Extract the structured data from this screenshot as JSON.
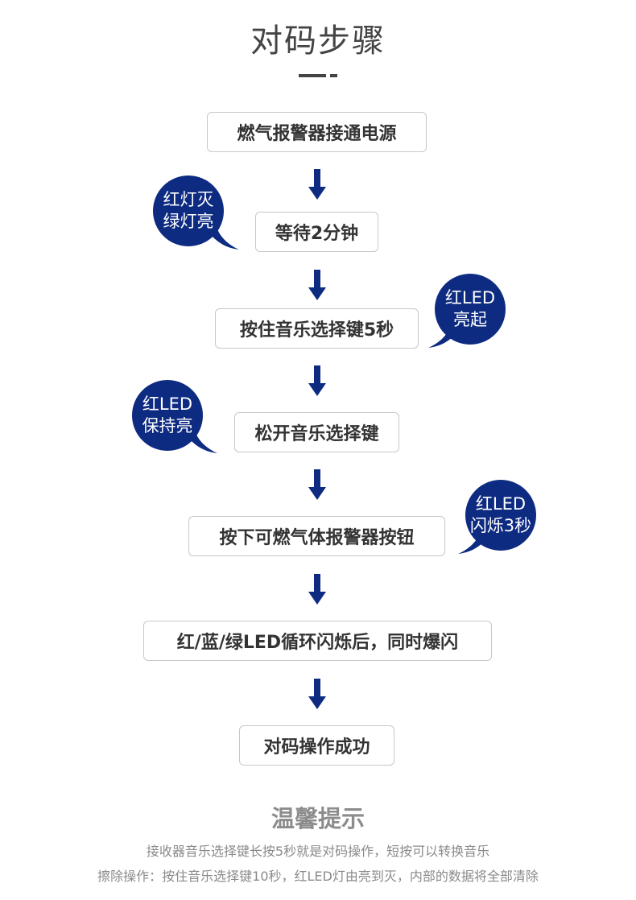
{
  "page_title": "对码步骤",
  "steps": [
    "燃气报警器接通电源",
    "等待2分钟",
    "按住音乐选择键5秒",
    "松开音乐选择键",
    "按下可燃气体报警器按钮",
    "红/蓝/绿LED循环闪烁后，同时爆闪",
    "对码操作成功"
  ],
  "bubbles": [
    {
      "line1": "红灯灭",
      "line2": "绿灯亮"
    },
    {
      "line1": "红LED",
      "line2": "亮起"
    },
    {
      "line1": "红LED",
      "line2": "保持亮"
    },
    {
      "line1": "红LED",
      "line2": "闪烁3秒"
    }
  ],
  "tips": {
    "title": "温馨提示",
    "line1": "接收器音乐选择键长按5秒就是对码操作，短按可以转换音乐",
    "line2": "擦除操作：按住音乐选择键10秒，红LED灯由亮到灭，内部的数据将全部清除"
  },
  "colors": {
    "accent": "#0e2b82",
    "step_border": "#c8c8c8",
    "text": "#333333",
    "tip_text": "#8a8a8a"
  },
  "icons": {
    "arrow": "arrow-down-icon",
    "rule": "title-divider"
  }
}
